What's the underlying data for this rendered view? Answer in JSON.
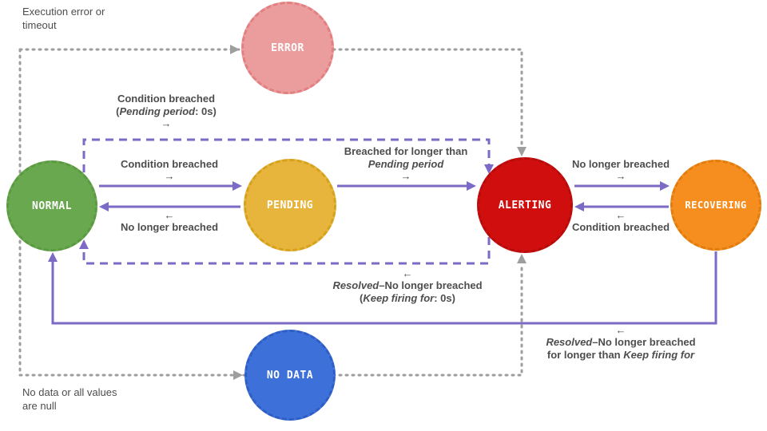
{
  "colors": {
    "background": "#ffffff",
    "purple": "#7c6ac6",
    "gray_line": "#9e9e9e",
    "text_gray": "#4d4d4d",
    "normal_fill": "#69a84f",
    "normal_border": "#5a9a41",
    "error_fill": "#eb9c9d",
    "error_border": "#e27f81",
    "pending_fill": "#e7b43c",
    "pending_border": "#d6a21c",
    "alerting_fill": "#d00e0e",
    "alerting_border": "#b50c0c",
    "recovering_fill": "#f68d1f",
    "recovering_border": "#e17c0e",
    "nodata_fill": "#3d70d8",
    "nodata_border": "#2e5ec5"
  },
  "states": {
    "error": {
      "label": "ERROR"
    },
    "normal": {
      "label": "NORMAL"
    },
    "pending": {
      "label": "PENDING"
    },
    "alerting": {
      "label": "ALERTING"
    },
    "recovering": {
      "label": "RECOVERING"
    },
    "nodata": {
      "label": "NO DATA"
    }
  },
  "notes": {
    "execution_error": {
      "line1": "Execution error or",
      "line2": "timeout"
    },
    "no_data": {
      "line1": "No data or all values",
      "line2": "are null"
    }
  },
  "edges": {
    "normal_to_pending": {
      "label": "Condition breached",
      "glyph": "→"
    },
    "pending_to_normal": {
      "glyph": "←",
      "label": "No longer breached"
    },
    "pending_to_alerting": {
      "line1": "Breached for longer than",
      "line2_italic": "Pending period",
      "glyph": "→"
    },
    "alerting_to_recovering": {
      "label": "No longer breached",
      "glyph": "→"
    },
    "recovering_to_alerting": {
      "glyph": "←",
      "label": "Condition breached"
    },
    "normal_to_alerting_direct": {
      "line1": "Condition breached",
      "line2_pre": "(",
      "line2_italic": "Pending period",
      "line2_post": ": 0s)",
      "glyph": "→"
    },
    "alerting_to_normal_direct": {
      "glyph": "←",
      "line1_italic": "Resolved",
      "line1_rest": "–No longer breached",
      "line2_pre": "(",
      "line2_italic": "Keep firing for",
      "line2_post": ": 0s)"
    },
    "recovering_to_normal": {
      "glyph": "←",
      "line1_italic": "Resolved",
      "line1_rest": "–No longer breached",
      "line2_pre": "for longer than ",
      "line2_italic": "Keep firing for"
    }
  }
}
